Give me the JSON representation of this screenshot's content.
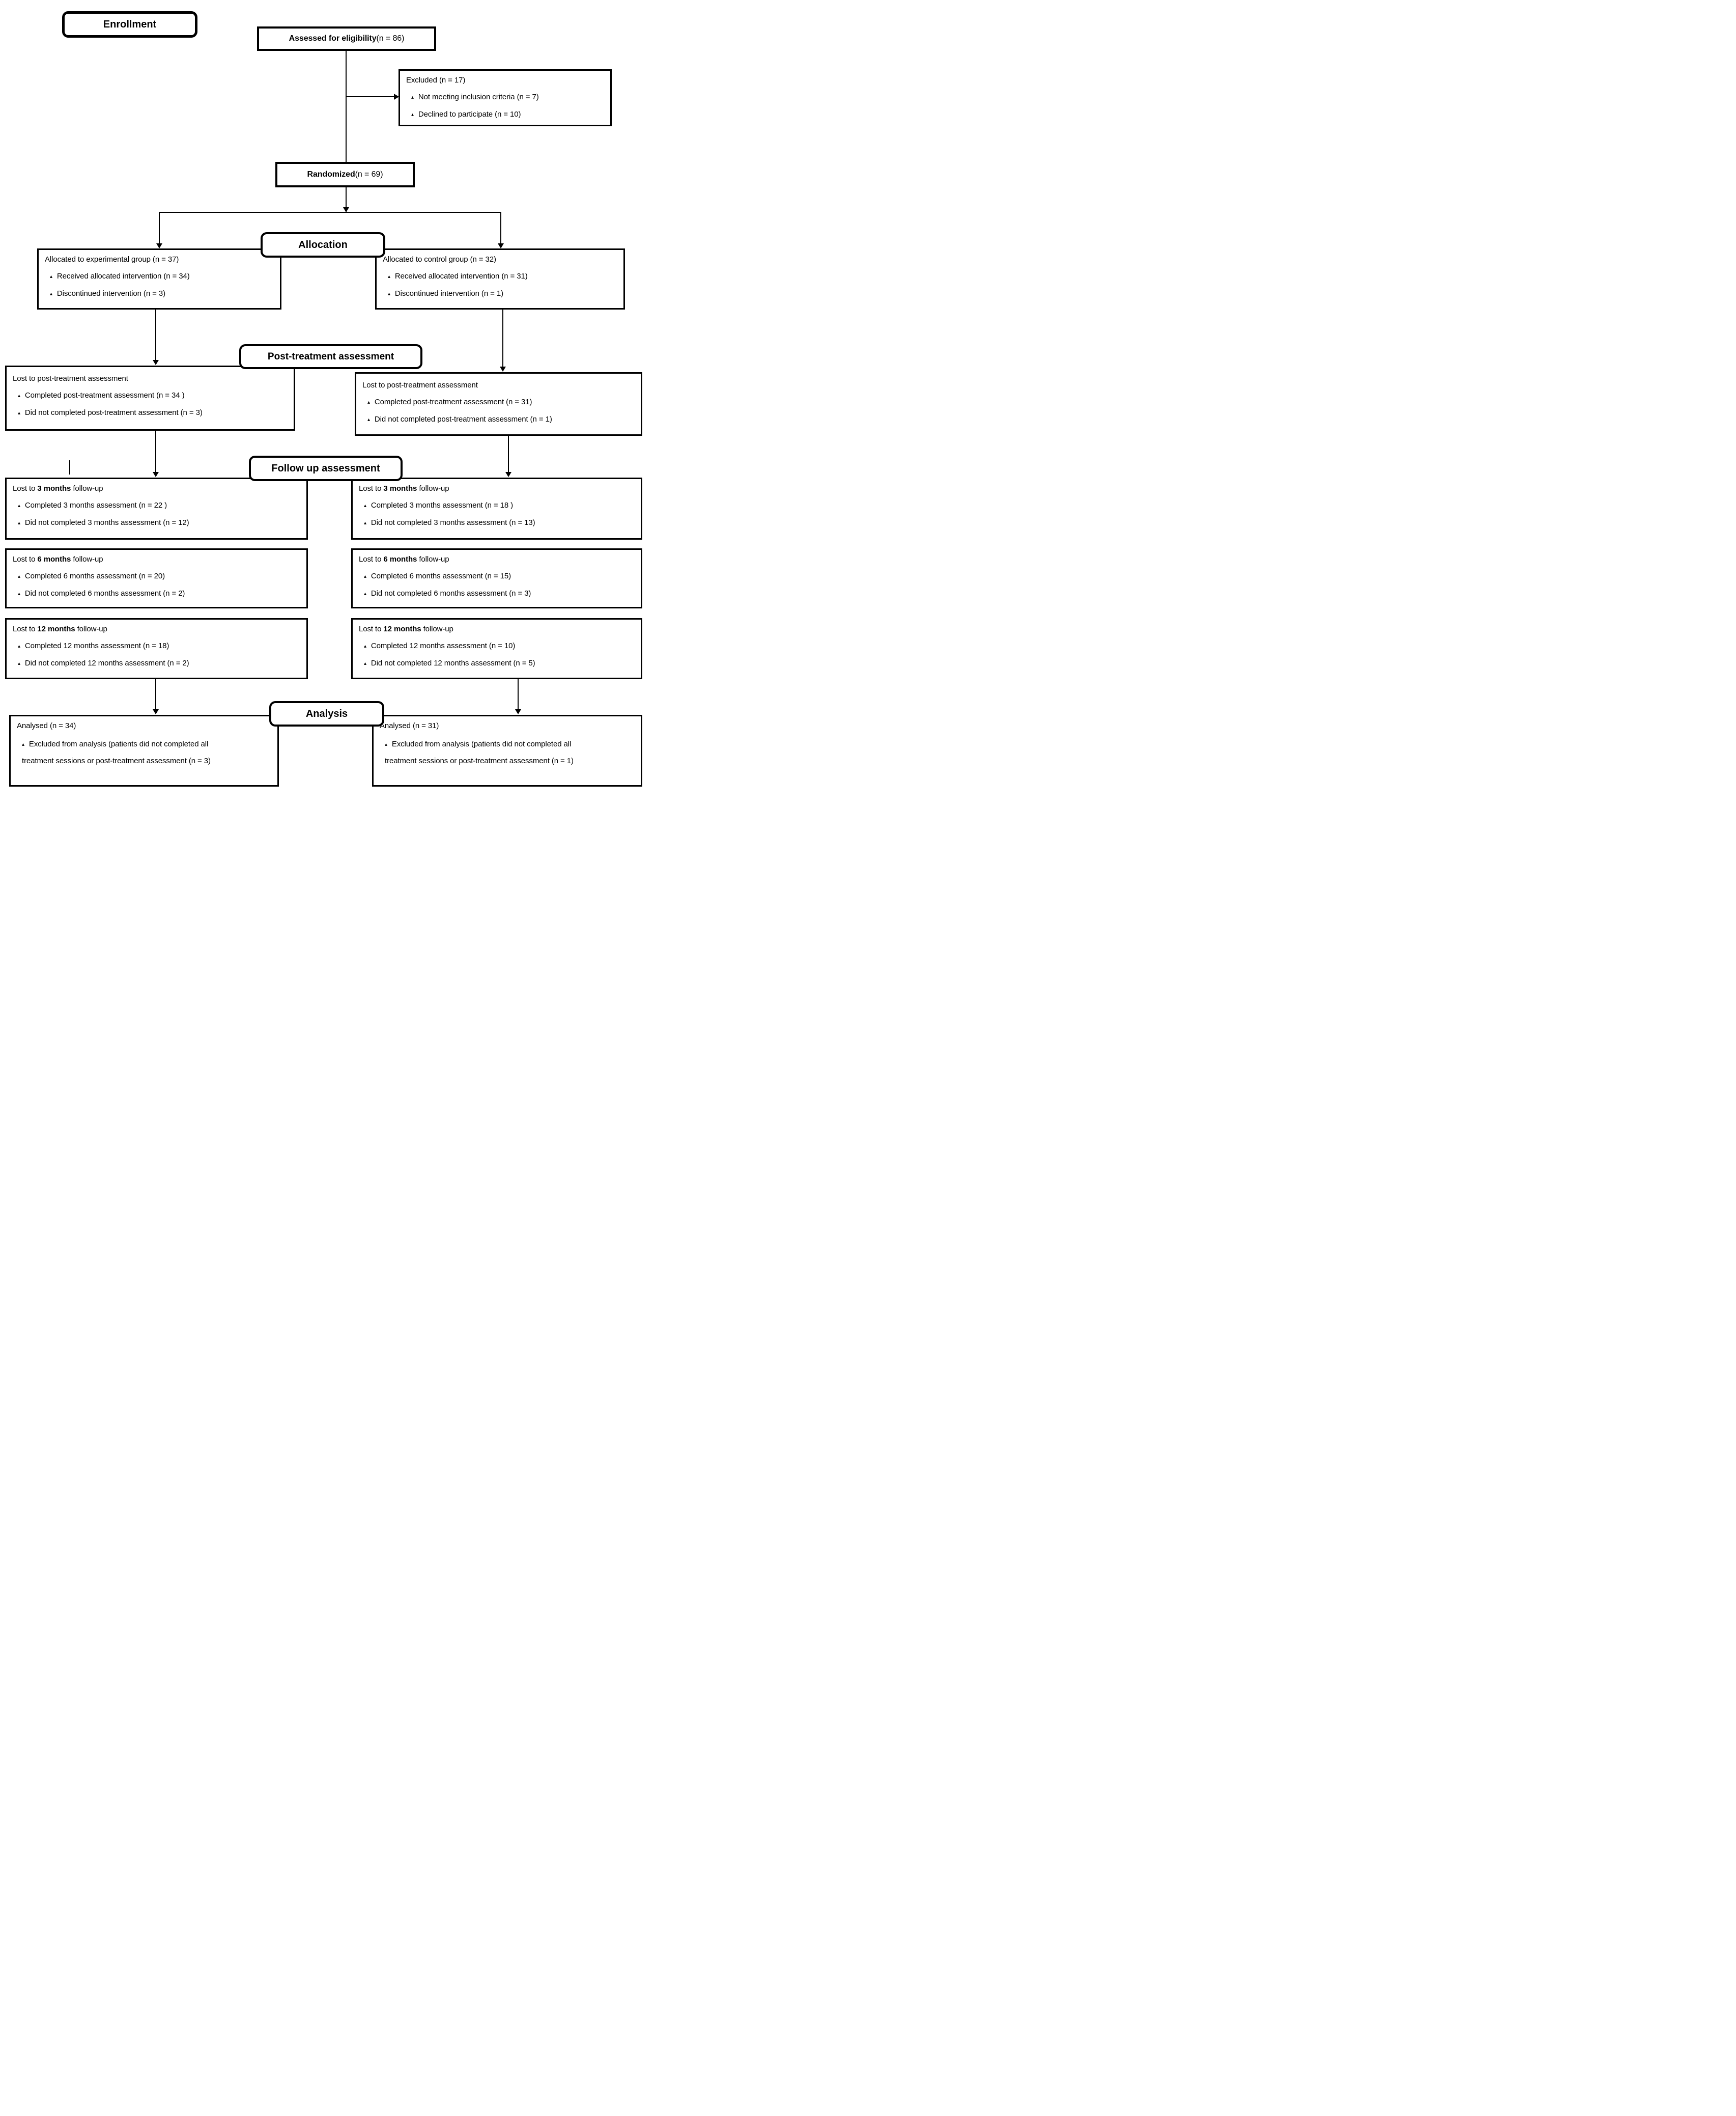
{
  "bullet_glyph": "▴",
  "stages": {
    "enrollment": "Enrollment",
    "allocation": "Allocation",
    "post_treatment": "Post-treatment assessment",
    "follow_up": "Follow up assessment",
    "analysis": "Analysis"
  },
  "boxes": {
    "assessed": {
      "label_bold": "Assessed for eligibility ",
      "label_n": "(n = 86)"
    },
    "excluded": {
      "title": "Excluded (n = 17)",
      "bullets": [
        "Not meeting inclusion criteria (n = 7)",
        "Declined to participate (n = 10)"
      ]
    },
    "randomized": {
      "label_bold": "Randomized ",
      "label_n": "(n = 69)"
    },
    "alloc_experimental": {
      "title": "Allocated to experimental group (n = 37)",
      "bullets": [
        "Received allocated intervention (n = 34)",
        "Discontinued intervention (n = 3)"
      ]
    },
    "alloc_control": {
      "title": "Allocated to control group (n = 32)",
      "bullets": [
        "Received allocated intervention (n = 31)",
        "Discontinued intervention (n = 1)"
      ]
    },
    "post_experimental": {
      "title": "Lost to post-treatment assessment",
      "bullets": [
        "Completed post-treatment assessment (n = 34 )",
        "Did not completed post-treatment assessment (n = 3)"
      ]
    },
    "post_control": {
      "title": "Lost to post-treatment assessment",
      "bullets": [
        "Completed post-treatment assessment (n = 31)",
        "Did not completed post-treatment assessment (n = 1)"
      ]
    },
    "fu3_experimental": {
      "title_prefix": "Lost to ",
      "title_bold": "3 months",
      "title_suffix": " follow-up",
      "bullets": [
        "Completed 3 months assessment (n = 22 )",
        "Did not completed 3 months assessment (n = 12)"
      ]
    },
    "fu3_control": {
      "title_prefix": "Lost to ",
      "title_bold": "3 months",
      "title_suffix": " follow-up",
      "bullets": [
        "Completed 3 months assessment (n = 18 )",
        "Did not completed 3 months assessment (n = 13)"
      ]
    },
    "fu6_experimental": {
      "title_prefix": "Lost to ",
      "title_bold": "6 months",
      "title_suffix": " follow-up",
      "bullets": [
        "Completed 6 months assessment (n = 20)",
        "Did not completed 6 months assessment (n = 2)"
      ]
    },
    "fu6_control": {
      "title_prefix": "Lost to ",
      "title_bold": "6 months",
      "title_suffix": " follow-up",
      "bullets": [
        "Completed 6 months assessment (n = 15)",
        "Did not completed 6 months assessment (n = 3)"
      ]
    },
    "fu12_experimental": {
      "title_prefix": "Lost to ",
      "title_bold": "12 months",
      "title_suffix": " follow-up",
      "bullets": [
        "Completed 12 months assessment (n = 18)",
        "Did not completed 12 months assessment (n = 2)"
      ]
    },
    "fu12_control": {
      "title_prefix": "Lost to ",
      "title_bold": "12 months",
      "title_suffix": " follow-up",
      "bullets": [
        "Completed 12 months assessment (n = 10)",
        "Did not completed 12 months assessment (n = 5)"
      ]
    },
    "analysis_experimental": {
      "title": "Analysed (n = 34)",
      "bullets": [
        "Excluded from analysis (patients did not completed all treatment sessions or post-treatment assessment (n = 3)"
      ]
    },
    "analysis_control": {
      "title": "Analysed (n = 31)",
      "bullets": [
        "Excluded from analysis (patients did not completed all treatment sessions or post-treatment assessment (n = 1)"
      ]
    }
  }
}
